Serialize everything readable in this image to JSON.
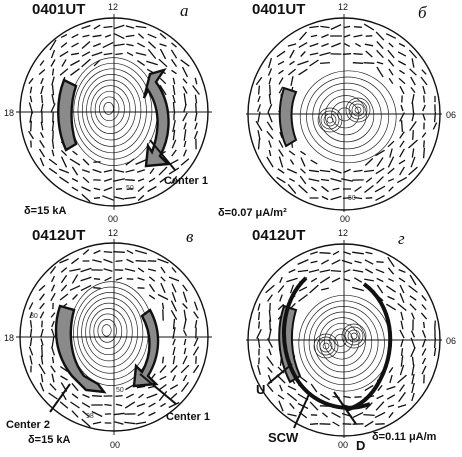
{
  "panels": [
    {
      "id": "a",
      "title": "0401UT",
      "panel_letter": "а",
      "hours": {
        "top": "12",
        "left": "18",
        "bottom": "00"
      },
      "scale": "δ=15 kA",
      "centers": [
        "Center 1"
      ],
      "inner_labels": [
        "50"
      ]
    },
    {
      "id": "b",
      "title": "0401UT",
      "panel_letter": "б",
      "hours": {
        "top": "12",
        "right": "06",
        "bottom": "00"
      },
      "scale": "δ=0.07 μA/m²",
      "inner_labels": [
        "50"
      ]
    },
    {
      "id": "c",
      "title": "0412UT",
      "panel_letter": "в",
      "hours": {
        "top": "12",
        "left": "18",
        "bottom": "00"
      },
      "scale": "δ=15 kA",
      "centers": [
        "Center 2",
        "Center 1"
      ],
      "inner_labels": [
        "50",
        "80",
        "98"
      ]
    },
    {
      "id": "d",
      "title": "0412UT",
      "panel_letter": "г",
      "hours": {
        "top": "12",
        "right": "06",
        "bottom": "00"
      },
      "scale": "δ=0.11 μA/m",
      "labels": [
        "U",
        "SCW",
        "D"
      ]
    }
  ],
  "colors": {
    "ink": "#111111",
    "shade": "#8a8a8a",
    "background": "#ffffff"
  }
}
